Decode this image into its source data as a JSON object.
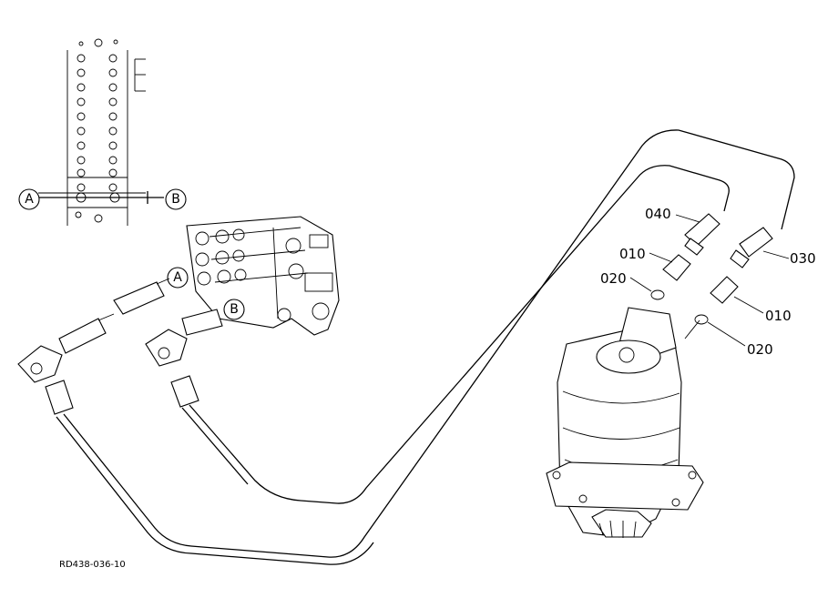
{
  "callouts": {
    "c040": "040",
    "c010a": "010",
    "c020a": "020",
    "c030": "030",
    "c010b": "010",
    "c020b": "020"
  },
  "markers": {
    "a_left": "A",
    "b_right": "B",
    "a_valve": "A",
    "b_valve": "B"
  },
  "reference_code": "RD438-036-10"
}
